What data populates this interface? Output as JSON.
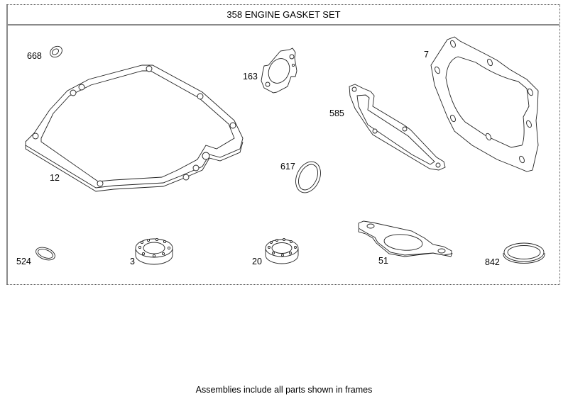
{
  "diagram": {
    "title": "358 ENGINE GASKET SET",
    "footer_note": "Assemblies include all parts shown in frames",
    "callouts": [
      {
        "label": "668",
        "part": "seal-small"
      },
      {
        "label": "163",
        "part": "carburetor-gasket"
      },
      {
        "label": "7",
        "part": "cylinder-head-gasket"
      },
      {
        "label": "585",
        "part": "breather-gasket"
      },
      {
        "label": "12",
        "part": "crankcase-gasket"
      },
      {
        "label": "617",
        "part": "o-ring"
      },
      {
        "label": "524",
        "part": "o-ring-small"
      },
      {
        "label": "3",
        "part": "oil-seal"
      },
      {
        "label": "20",
        "part": "oil-seal"
      },
      {
        "label": "51",
        "part": "exhaust-gasket"
      },
      {
        "label": "842",
        "part": "seal-ring"
      }
    ]
  }
}
